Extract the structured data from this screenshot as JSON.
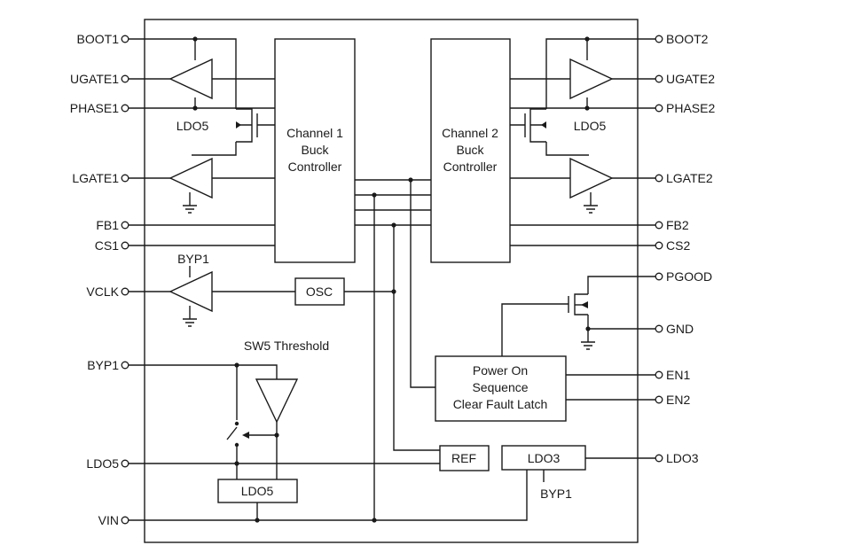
{
  "pins_left": {
    "boot1": "BOOT1",
    "ugate1": "UGATE1",
    "phase1": "PHASE1",
    "lgate1": "LGATE1",
    "fb1": "FB1",
    "cs1": "CS1",
    "vclk": "VCLK",
    "byp1": "BYP1",
    "ldo5": "LDO5",
    "vin": "VIN"
  },
  "pins_right": {
    "boot2": "BOOT2",
    "ugate2": "UGATE2",
    "phase2": "PHASE2",
    "lgate2": "LGATE2",
    "fb2": "FB2",
    "cs2": "CS2",
    "pgood": "PGOOD",
    "gnd": "GND",
    "en1": "EN1",
    "en2": "EN2",
    "ldo3": "LDO3"
  },
  "blocks": {
    "ch1": [
      "Channel 1",
      "Buck",
      "Controller"
    ],
    "ch2": [
      "Channel 2",
      "Buck",
      "Controller"
    ],
    "osc": "OSC",
    "ref": "REF",
    "ldo3": "LDO3",
    "ldo5": "LDO5",
    "power_on": [
      "Power On",
      "Sequence",
      "Clear Fault Latch"
    ]
  },
  "labels": {
    "ldo5_left": "LDO5",
    "ldo5_right": "LDO5",
    "byp1_top": "BYP1",
    "byp1_bottom": "BYP1",
    "sw5_threshold": "SW5 Threshold"
  }
}
